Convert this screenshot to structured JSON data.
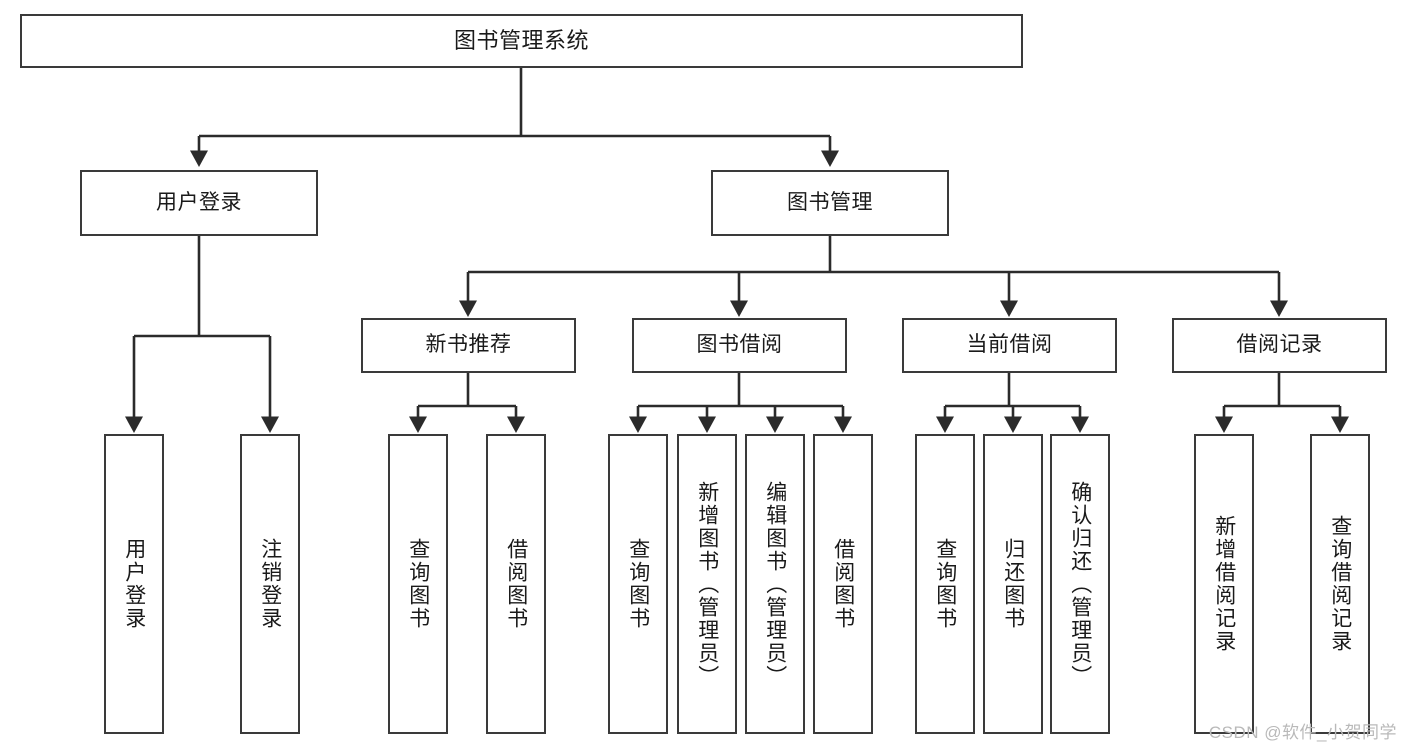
{
  "diagram": {
    "type": "tree",
    "title": "图书管理系统",
    "orientation": "top-down",
    "colors": {
      "box_border": "#3a3a3a",
      "box_fill": "#ffffff",
      "edge": "#2b2b2b",
      "text": "#1a1a1a",
      "watermark": "#b9b9b9",
      "background": "#ffffff"
    },
    "watermark": "CSDN @软件_小贺同学",
    "nodes": {
      "root": {
        "label": "图书管理系统"
      },
      "level2": [
        {
          "label": "用户登录"
        },
        {
          "label": "图书管理"
        }
      ],
      "level3": [
        {
          "label": "新书推荐"
        },
        {
          "label": "图书借阅"
        },
        {
          "label": "当前借阅"
        },
        {
          "label": "借阅记录"
        }
      ],
      "leaves_user_login": [
        {
          "label": "用户登录"
        },
        {
          "label": "注销登录"
        }
      ],
      "leaves_new_books": [
        {
          "label": "查询图书"
        },
        {
          "label": "借阅图书"
        }
      ],
      "leaves_borrow": [
        {
          "label": "查询图书"
        },
        {
          "label": "新增图书（管理员）"
        },
        {
          "label": "编辑图书（管理员）"
        },
        {
          "label": "借阅图书"
        }
      ],
      "leaves_current": [
        {
          "label": "查询图书"
        },
        {
          "label": "归还图书"
        },
        {
          "label": "确认归还（管理员）"
        }
      ],
      "leaves_records": [
        {
          "label": "新增借阅记录"
        },
        {
          "label": "查询借阅记录"
        }
      ]
    }
  }
}
